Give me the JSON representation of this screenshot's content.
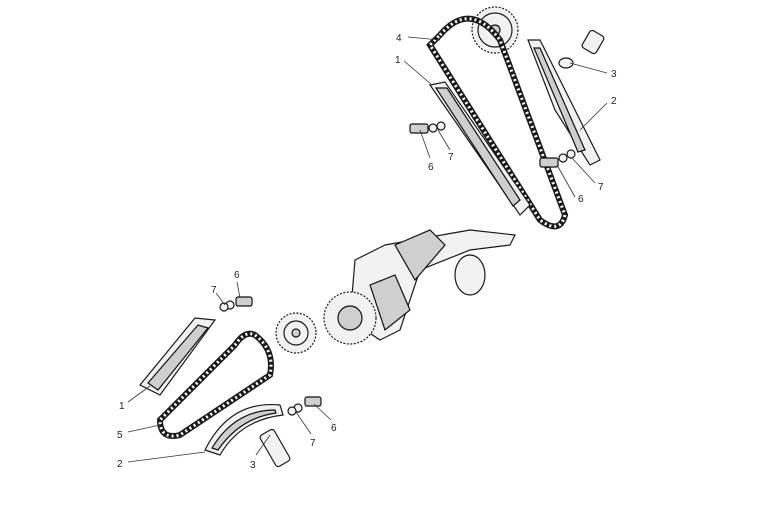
{
  "labels": {
    "upper_1": "1",
    "upper_2": "2",
    "upper_3": "3",
    "upper_4": "4",
    "upper_6": "6",
    "upper_7": "7",
    "upper_6b": "6",
    "upper_7b": "7",
    "lower_6": "6",
    "lower_7": "7",
    "lower_1": "1",
    "lower_5": "5",
    "lower_2": "2",
    "lower_3": "3",
    "lower_7b": "7",
    "lower_6b": "6"
  }
}
